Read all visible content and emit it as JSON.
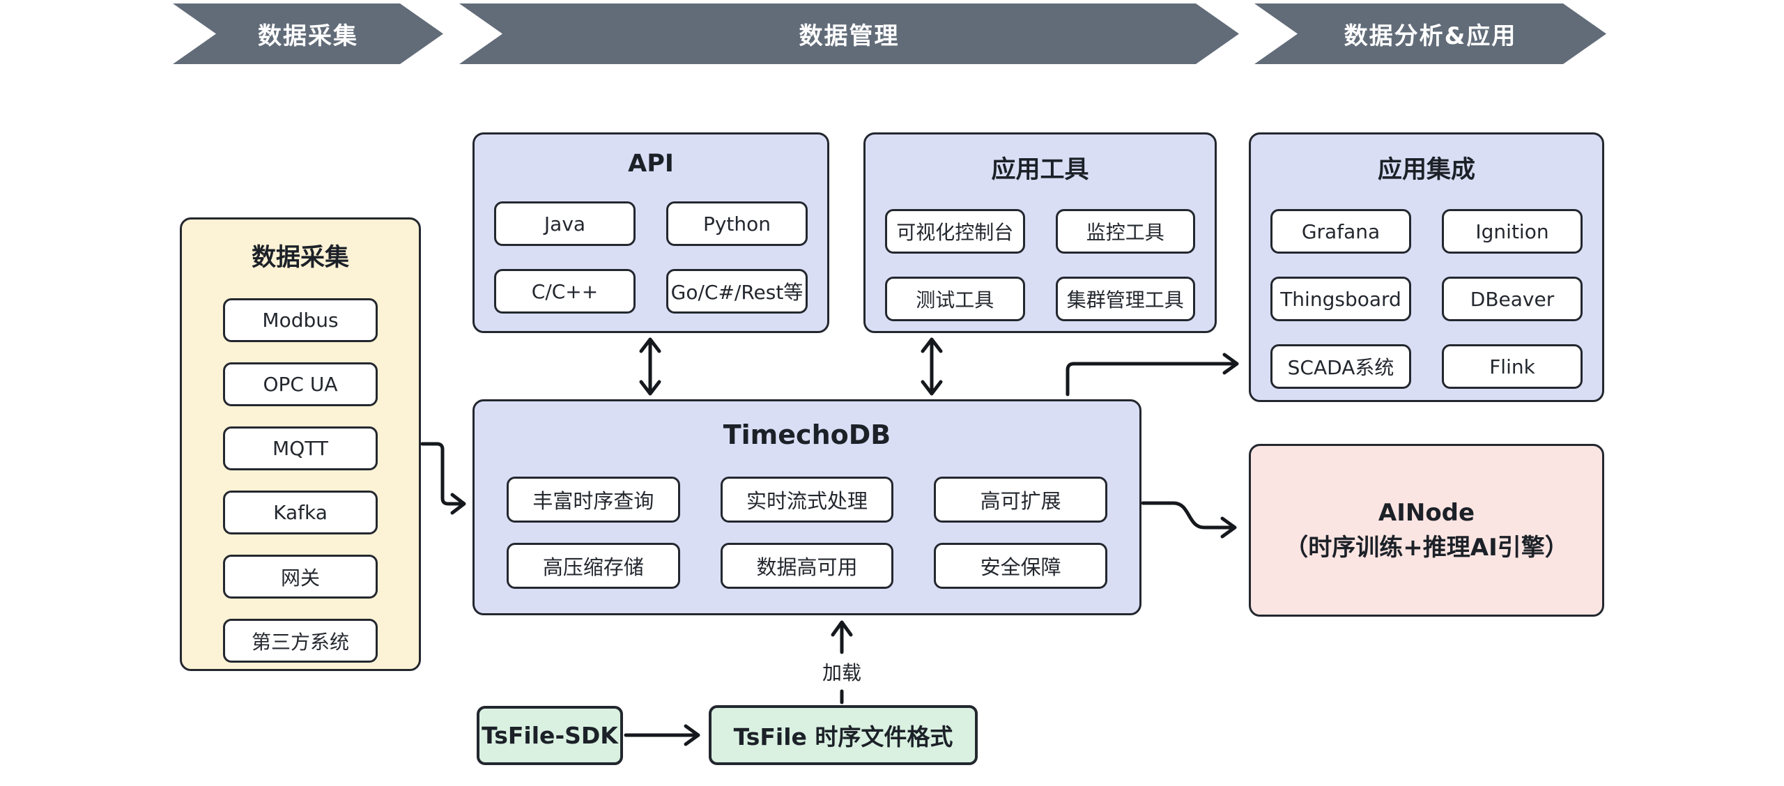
{
  "banners": {
    "collection": "数据采集",
    "management": "数据管理",
    "analysis": "数据分析&应用"
  },
  "collection_panel": {
    "title": "数据采集",
    "items": [
      "Modbus",
      "OPC UA",
      "MQTT",
      "Kafka",
      "网关",
      "第三方系统"
    ]
  },
  "api_panel": {
    "title": "API",
    "items": [
      "Java",
      "Python",
      "C/C++",
      "Go/C#/Rest等"
    ]
  },
  "tools_panel": {
    "title": "应用工具",
    "items": [
      "可视化控制台",
      "监控工具",
      "测试工具",
      "集群管理工具"
    ]
  },
  "integrations_panel": {
    "title": "应用集成",
    "items": [
      "Grafana",
      "Ignition",
      "Thingsboard",
      "DBeaver",
      "SCADA系统",
      "Flink"
    ]
  },
  "db_panel": {
    "title": "TimechoDB",
    "items": [
      "丰富时序查询",
      "实时流式处理",
      "高可扩展",
      "高压缩存储",
      "数据高可用",
      "安全保障"
    ]
  },
  "ainode_panel": {
    "line1": "AINode",
    "line2": "（时序训练+推理AI引擎）"
  },
  "tsfile": {
    "sdk": "TsFile-SDK",
    "format": "TsFile 时序文件格式",
    "load_label": "加载"
  },
  "colors": {
    "banner_gray": "#626c79",
    "panel_purple": "#dadef5",
    "panel_yellow": "#fcf2d5",
    "panel_pink": "#fbe5e2",
    "panel_green": "#daf1e1",
    "border_dark": "#23272e",
    "arrow": "#15181c",
    "background": "#ffffff"
  }
}
